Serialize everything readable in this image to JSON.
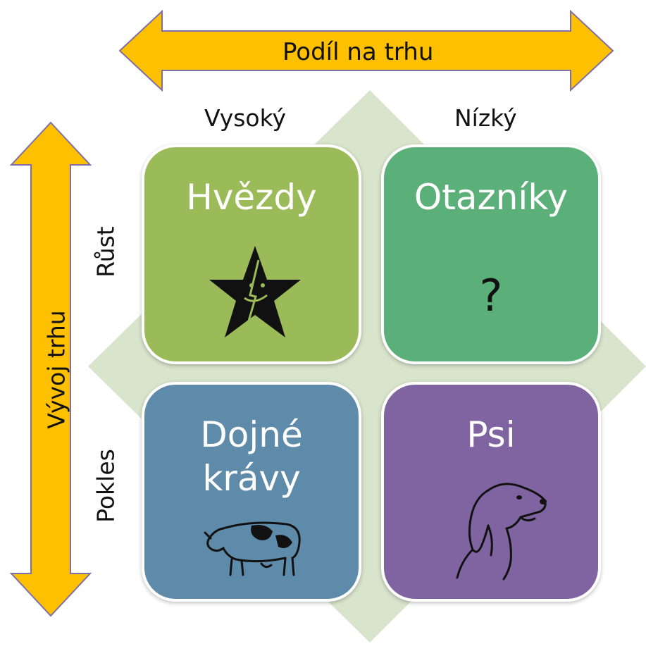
{
  "top_arrow": {
    "label": "Podíl na trhu",
    "color": "#FFC000"
  },
  "side_arrow": {
    "label": "Vývoj trhu",
    "color": "#FFC000"
  },
  "column_labels": [
    "Vysoký",
    "Nízký"
  ],
  "row_labels": [
    "Růst",
    "Pokles"
  ],
  "background_color": "#D9E4CC",
  "quadrants": [
    {
      "title": "Hvězdy",
      "color": "#9BBB59",
      "icon": "star-icon"
    },
    {
      "title": "Otazníky",
      "color": "#5BAF78",
      "icon": "question-mark-icon",
      "glyph": "?"
    },
    {
      "title": "Dojné\nkrávy",
      "color": "#5F8BAA",
      "icon": "cow-icon"
    },
    {
      "title": "Psi",
      "color": "#8064A2",
      "icon": "dog-icon"
    }
  ]
}
